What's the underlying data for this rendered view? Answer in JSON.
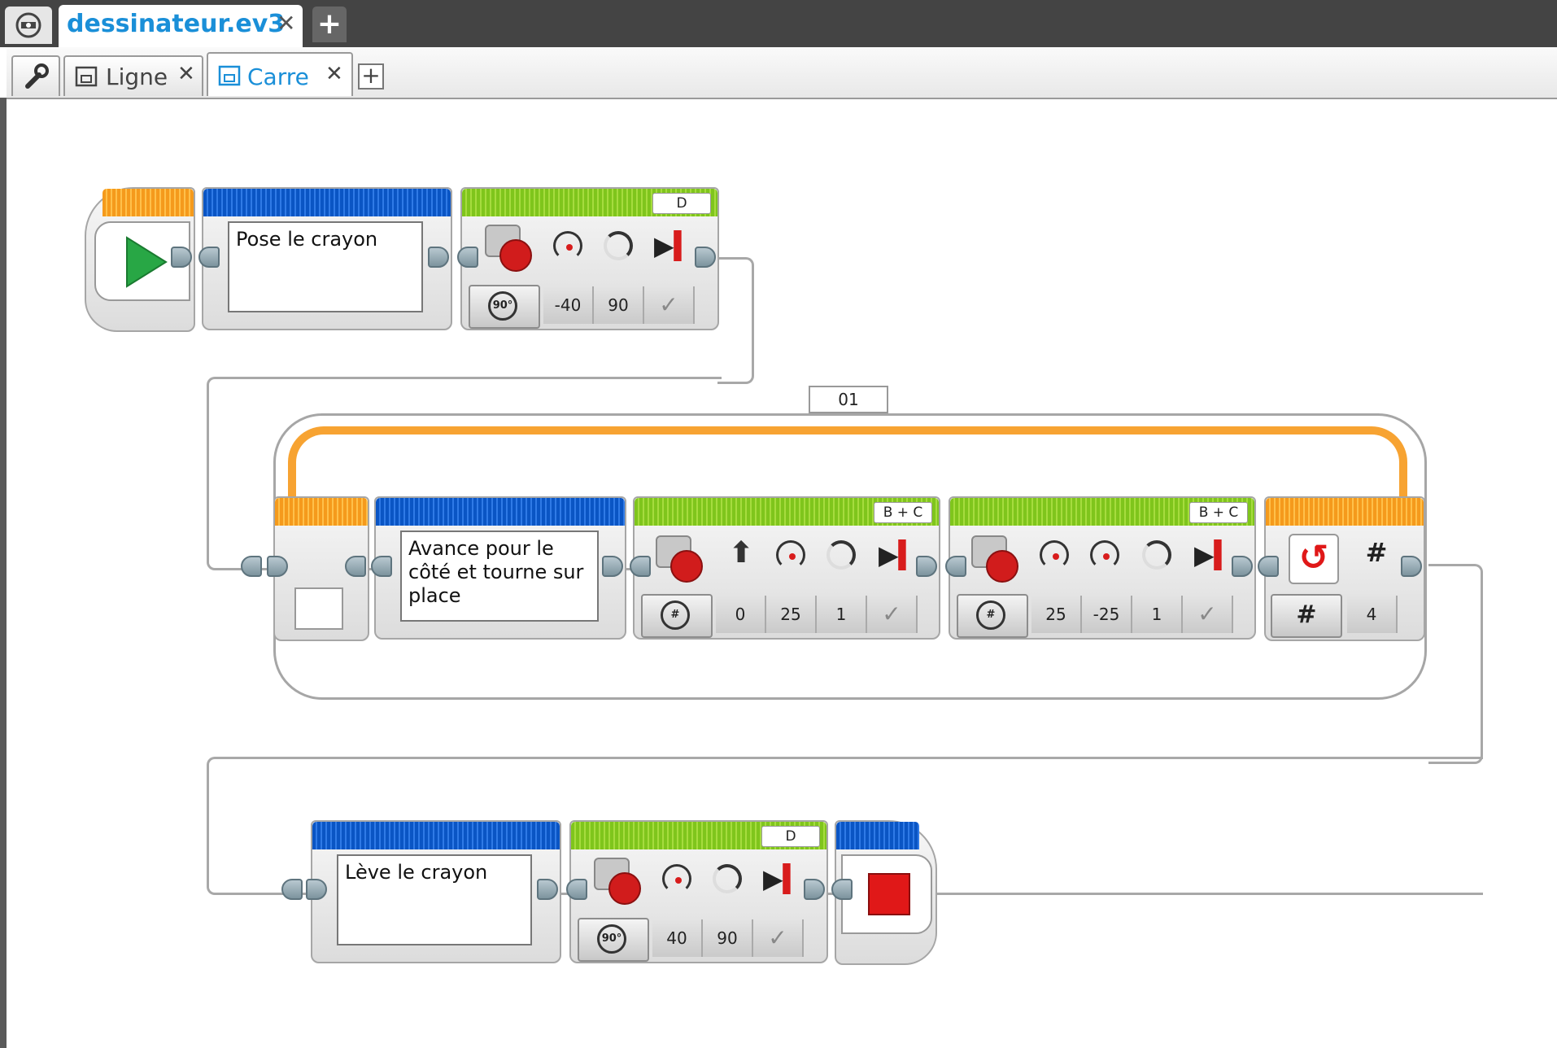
{
  "window": {
    "file_tab": "dessinateur.ev3"
  },
  "program_tabs": [
    {
      "label": "Ligne"
    },
    {
      "label": "Carre"
    }
  ],
  "blocks": {
    "comment_1": "Pose le crayon",
    "motor_1": {
      "port": "D",
      "power": "-40",
      "degrees": "90",
      "brake": "✓"
    },
    "loop": {
      "name": "01",
      "count": "4"
    },
    "comment_2": "Avance pour le côté et tourne sur place",
    "steering": {
      "port": "B + C",
      "steering": "0",
      "power": "25",
      "rotations": "1",
      "brake": "✓"
    },
    "tank": {
      "port": "B + C",
      "power_left": "25",
      "power_right": "-25",
      "rotations": "1",
      "brake": "✓"
    },
    "comment_3": "Lève le crayon",
    "motor_2": {
      "port": "D",
      "power": "40",
      "degrees": "90",
      "brake": "✓"
    }
  },
  "icons": {
    "home": "home-icon",
    "tools": "wrench-icon",
    "program": "program-icon",
    "start": "play-icon",
    "stop": "stop-icon",
    "loop_mode": "hash-icon"
  },
  "colors": {
    "accent": "#1a8fd8",
    "flow_orange": "#f59a1c",
    "action_green": "#7fc51c",
    "comment_blue": "#0a55c4",
    "stop_red": "#e01818",
    "start_green": "#28a745"
  }
}
